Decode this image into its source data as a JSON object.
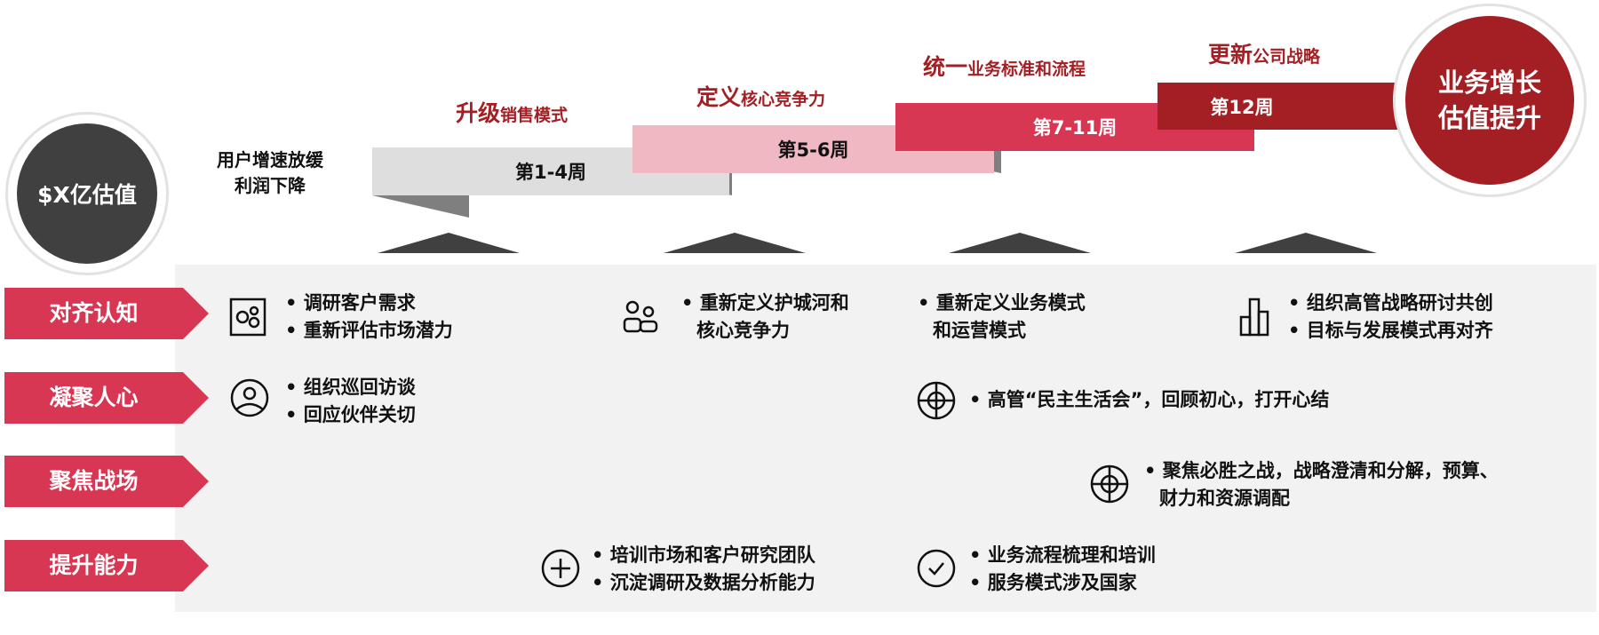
{
  "start": {
    "label": "$X亿估值",
    "status_lines": [
      "用户增速放缓",
      "利润下降"
    ]
  },
  "end": {
    "lines": [
      "业务增长",
      "估值提升"
    ]
  },
  "phases": [
    {
      "title_big": "升级",
      "title_small": "销售模式",
      "weeks": "第1-4周",
      "color": "#dedede"
    },
    {
      "title_big": "定义",
      "title_small": "核心竞争力",
      "weeks": "第5-6周",
      "color": "#f0b8c2"
    },
    {
      "title_big": "统一",
      "title_small": "业务标准和流程",
      "weeks": "第7-11周",
      "color": "#d73753"
    },
    {
      "title_big": "更新",
      "title_small": "公司战略",
      "weeks": "第12周",
      "color": "#a31f24"
    }
  ],
  "rows": [
    {
      "label": "对齐认知"
    },
    {
      "label": "凝聚人心"
    },
    {
      "label": "聚焦战场"
    },
    {
      "label": "提升能力"
    }
  ],
  "items": {
    "r1a": [
      "调研客户需求",
      "重新评估市场潜力"
    ],
    "r1b": [
      "重新定义护城河和",
      "核心竞争力"
    ],
    "r1c": [
      "重新定义业务模式",
      "和运营模式"
    ],
    "r1d": [
      "组织高管战略研讨共创",
      "目标与发展模式再对齐"
    ],
    "r2a": [
      "组织巡回访谈",
      "回应伙伴关切"
    ],
    "r2b": [
      "高管“民主生活会”，回顾初心，打开心结"
    ],
    "r3a": [
      "聚焦必胜之战，战略澄清和分解，预算、",
      "财力和资源调配"
    ],
    "r4a": [
      "培训市场和客户研究团队",
      "沉淀调研及数据分析能力"
    ],
    "r4b": [
      "业务流程梳理和培训",
      "服务模式涉及国家"
    ]
  },
  "colors": {
    "accent": "#d73753",
    "dark_red": "#a31f24",
    "dark_gray": "#404040",
    "panel": "#f2f2f2"
  }
}
